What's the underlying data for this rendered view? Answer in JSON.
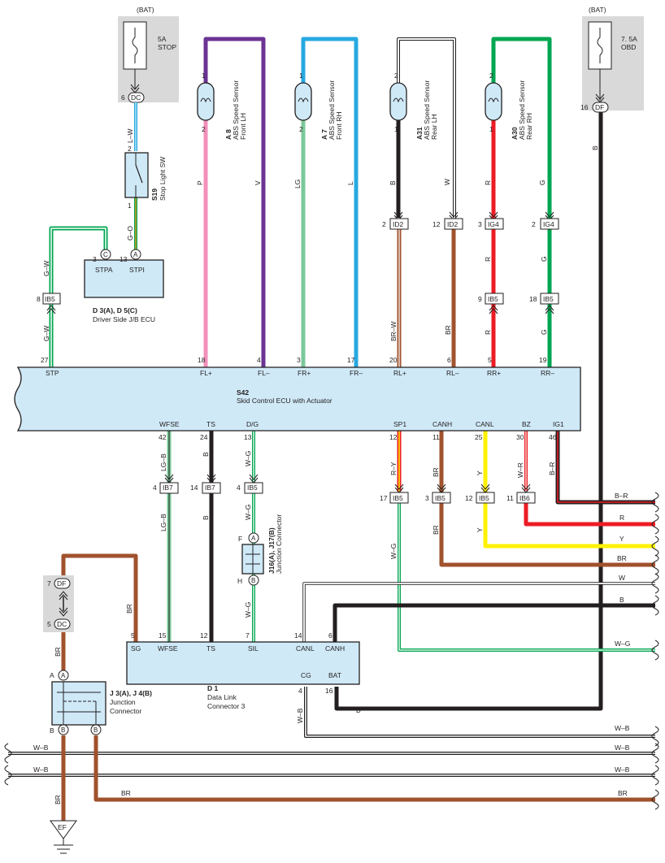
{
  "colors": {
    "pink": "#f28fba",
    "violet": "#6b3393",
    "lightgreen": "#7bc89a",
    "blue": "#27a9e1",
    "brown": "#a0522d",
    "red": "#ec1c24",
    "green": "#00a651",
    "yellow": "#fff200",
    "black": "#231f20",
    "greenwhite": "#00a651",
    "ecu_fill": "#cfe9f7",
    "fuse_box": "#d9d9d9"
  },
  "top": {
    "fuse1": {
      "source": "(BAT)",
      "rating": "5A",
      "name": "STOP",
      "pin": "6",
      "conn": "DC"
    },
    "fuse2": {
      "source": "(BAT)",
      "rating": "7. 5A",
      "name": "OBD",
      "pin": "16",
      "conn": "DF"
    },
    "sensors": [
      {
        "code": "A 8",
        "line1": "ABS Speed Sensor",
        "line2": "Front LH",
        "pin_top": "1",
        "pin_bot": "2",
        "wire_top": "V",
        "wire_bot": "P"
      },
      {
        "code": "A 7",
        "line1": "ABS Speed Sensor",
        "line2": "Front RH",
        "pin_top": "1",
        "pin_bot": "2",
        "wire_top": "L",
        "wire_bot": "LG"
      },
      {
        "code": "A31",
        "line1": "ABS Speed Sensor",
        "line2": "Rear LH",
        "pin_top": "2",
        "pin_bot": "1",
        "wire_top": "W",
        "wire_bot": "B"
      },
      {
        "code": "A30",
        "line1": "ABS Speed Sensor",
        "line2": "Rear RH",
        "pin_top": "2",
        "pin_bot": "1",
        "wire_top": "G",
        "wire_bot": "R"
      }
    ],
    "stop_sw": {
      "code": "S19",
      "name": "Stop Light SW",
      "pin_top": "2",
      "pin_bot": "1",
      "wire_top": "L–W",
      "wire_bot": "G–O"
    },
    "jb_ecu": {
      "code": "D 3(A), D 5(C)",
      "name": "Driver Side J/B ECU",
      "stpa": "STPA",
      "stpi": "STPI",
      "pin_c": "3",
      "conn_c": "C",
      "pin_a": "13",
      "conn_a": "A"
    },
    "stp_wire": {
      "label1": "G–W",
      "label2": "G–W",
      "pin_ib": "8",
      "conn_ib": "IB5"
    },
    "rear_conns": [
      {
        "pin": "2",
        "conn": "ID2",
        "label": "BR–W"
      },
      {
        "pin": "12",
        "conn": "ID2",
        "label": "BR"
      },
      {
        "pin": "3",
        "conn": "IG4",
        "label": "R",
        "pin2": "9",
        "conn2": "IB5",
        "label2": "R"
      },
      {
        "pin": "2",
        "conn": "IG4",
        "label": "G",
        "pin2": "18",
        "conn2": "IB5",
        "label2": "G"
      }
    ],
    "wire_b_obd": "B"
  },
  "ecu": {
    "code": "S42",
    "name": "Skid Control ECU with Actuator",
    "top_pins": [
      {
        "num": "27",
        "name": "STP"
      },
      {
        "num": "18",
        "name": "FL+"
      },
      {
        "num": "4",
        "name": "FL–"
      },
      {
        "num": "3",
        "name": "FR+"
      },
      {
        "num": "17",
        "name": "FR–"
      },
      {
        "num": "20",
        "name": "RL+"
      },
      {
        "num": "6",
        "name": "RL–"
      },
      {
        "num": "5",
        "name": "RR+"
      },
      {
        "num": "19",
        "name": "RR–"
      }
    ],
    "bottom_pins": [
      {
        "num": "42",
        "name": "WFSE"
      },
      {
        "num": "24",
        "name": "TS"
      },
      {
        "num": "13",
        "name": "D/G"
      },
      {
        "num": "12",
        "name": "SP1"
      },
      {
        "num": "11",
        "name": "CANH"
      },
      {
        "num": "25",
        "name": "CANL"
      },
      {
        "num": "30",
        "name": "BZ"
      },
      {
        "num": "46",
        "name": "IG1"
      }
    ]
  },
  "lower": {
    "ib_conns": [
      {
        "pin": "4",
        "conn": "IB7",
        "label_above": "LG–B",
        "label_below": "LG–B"
      },
      {
        "pin": "14",
        "conn": "IB7",
        "label_above": "B",
        "label_below": "B"
      },
      {
        "pin": "4",
        "conn": "IB5",
        "label_above": "W–G",
        "label_below": "W–G"
      },
      {
        "pin": "17",
        "conn": "IB5",
        "label_above": "R–Y",
        "label_below": "W–G"
      },
      {
        "pin": "3",
        "conn": "IB5",
        "label_above": "BR",
        "label_below": "BR"
      },
      {
        "pin": "12",
        "conn": "IB5",
        "label_above": "Y",
        "label_below": "Y"
      },
      {
        "pin": "11",
        "conn": "IB6",
        "label_above": "W–R",
        "label_below": ""
      }
    ],
    "ig1_label": "B–R",
    "junction_j16": {
      "code": "J16(A), J17(B)",
      "name": "Junction Connector",
      "pin_f": "F",
      "conn_a": "A",
      "pin_h": "H",
      "conn_b": "B",
      "wire_below": "W–G"
    },
    "right_labels": [
      "B–R",
      "R",
      "Y",
      "BR",
      "W",
      "B",
      "W–G",
      "W–B",
      "W–B",
      "W–B",
      "BR"
    ],
    "left_labels": [
      "W–B",
      "W–B"
    ],
    "dlc": {
      "code": "D 1",
      "line1": "Data Link",
      "line2": "Connector 3",
      "pins": [
        {
          "num": "5",
          "name": "SG"
        },
        {
          "num": "15",
          "name": "WFSE"
        },
        {
          "num": "12",
          "name": "TS"
        },
        {
          "num": "7",
          "name": "SIL"
        },
        {
          "num": "14",
          "name": "CANL"
        },
        {
          "num": "6",
          "name": "CANH"
        }
      ],
      "bottom_pins": [
        {
          "num": "4",
          "name": "CG"
        },
        {
          "num": "16",
          "name": "BAT"
        }
      ],
      "cg_wire": "W–B",
      "bat_wire": "B"
    },
    "sg_wire": "BR",
    "junction_j3": {
      "code": "J 3(A), J 4(B)",
      "name": "Junction",
      "name2": "Connector",
      "a": "A",
      "b": "B",
      "b_pin": "B"
    },
    "df_dc": {
      "pin_top": "7",
      "conn_top": "DF",
      "pin_bot": "5",
      "conn_bot": "DC",
      "wire": "BR"
    },
    "ground": {
      "label": "EF",
      "wire": "BR"
    }
  }
}
